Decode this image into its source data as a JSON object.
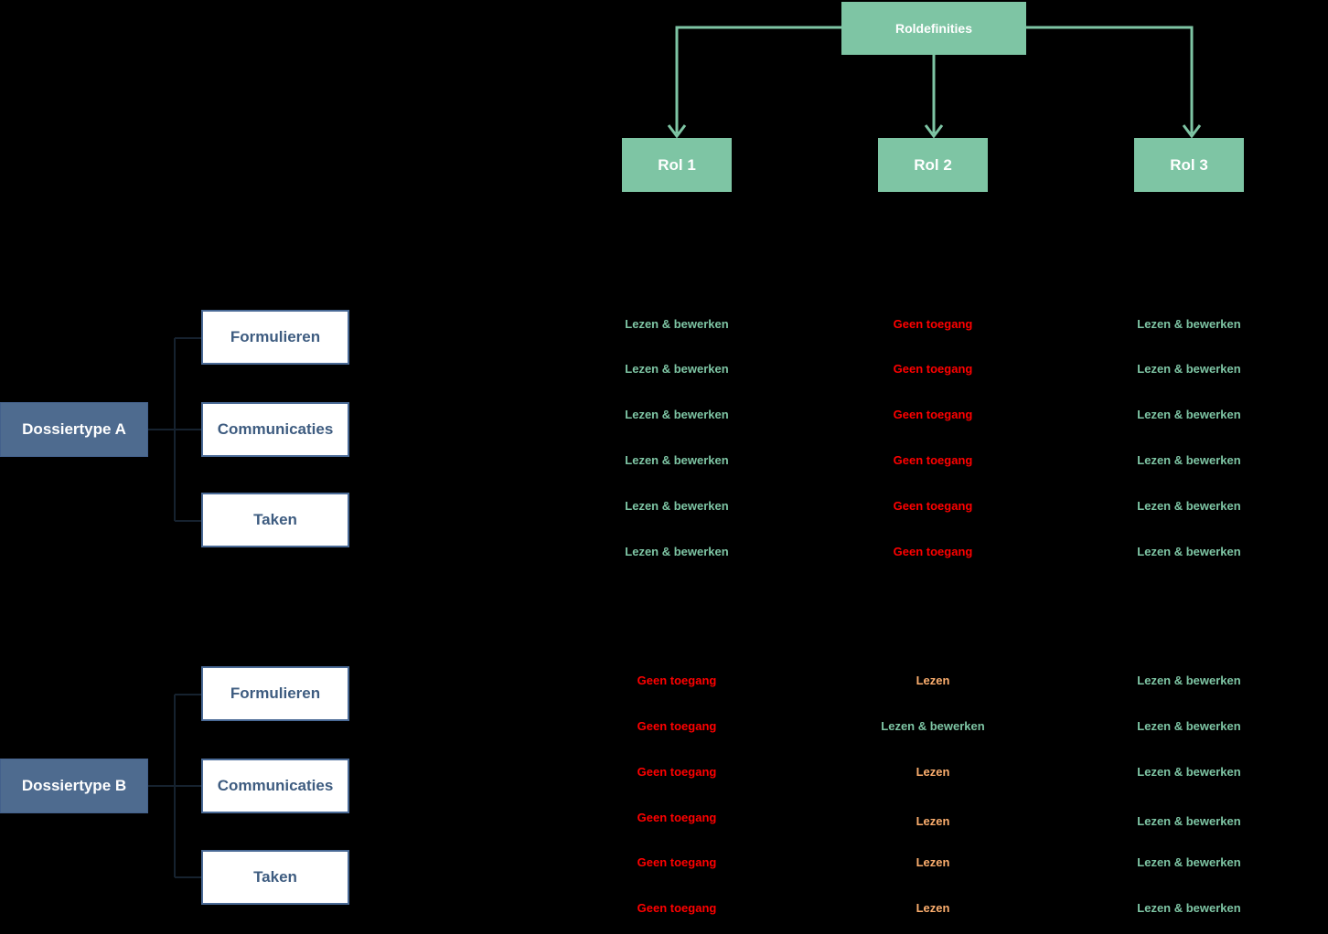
{
  "colors": {
    "Lezen & bewerken": "#7EC5A4",
    "Geen toegang": "#FF0000",
    "Lezen": "#FCAE6E",
    "node_green": "#7EC5A4",
    "node_slate": "#4E6B8F",
    "category_border": "#4A6A96",
    "category_text": "#3E5C80",
    "background": "#000000"
  },
  "root": {
    "label": "Roldefinities"
  },
  "roles": [
    {
      "label": "Rol 1"
    },
    {
      "label": "Rol 2"
    },
    {
      "label": "Rol 3"
    }
  ],
  "sections": [
    {
      "label": "Dossiertype A",
      "categories": [
        {
          "label": "Formulieren"
        },
        {
          "label": "Communicaties"
        },
        {
          "label": "Taken"
        }
      ],
      "rows": [
        [
          "Lezen & bewerken",
          "Geen toegang",
          "Lezen & bewerken"
        ],
        [
          "Lezen & bewerken",
          "Geen toegang",
          "Lezen & bewerken"
        ],
        [
          "Lezen & bewerken",
          "Geen toegang",
          "Lezen & bewerken"
        ],
        [
          "Lezen & bewerken",
          "Geen toegang",
          "Lezen & bewerken"
        ],
        [
          "Lezen & bewerken",
          "Geen toegang",
          "Lezen & bewerken"
        ],
        [
          "Lezen & bewerken",
          "Geen toegang",
          "Lezen & bewerken"
        ]
      ]
    },
    {
      "label": "Dossiertype B",
      "categories": [
        {
          "label": "Formulieren"
        },
        {
          "label": "Communicaties"
        },
        {
          "label": "Taken"
        }
      ],
      "rows": [
        [
          "Geen toegang",
          "Lezen",
          "Lezen & bewerken"
        ],
        [
          "Geen toegang",
          "Lezen & bewerken",
          "Lezen & bewerken"
        ],
        [
          "Geen toegang",
          "Lezen",
          "Lezen & bewerken"
        ],
        [
          "Geen toegang",
          "Lezen",
          "Lezen & bewerken"
        ],
        [
          "Geen toegang",
          "Lezen",
          "Lezen & bewerken"
        ],
        [
          "Geen toegang",
          "Lezen",
          "Lezen & bewerken"
        ]
      ]
    }
  ]
}
